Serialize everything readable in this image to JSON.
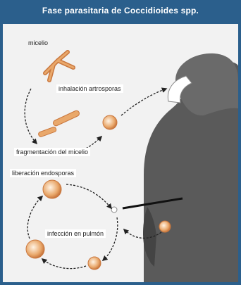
{
  "title": "Fase parasitaria de Coccidioides spp.",
  "labels": {
    "micelio": "micelio",
    "inhalacion": "inhalación artrosporas",
    "fragmentacion": "fragmentación del micelio",
    "liberacion": "liberación endosporas",
    "infeccion": "infección en pulmón"
  },
  "colors": {
    "frame": "#2b5f8c",
    "panel": "#f2f2f2",
    "silhouette": "#5a5a5a",
    "spore": "#e9a86b",
    "spore_dark": "#c9773e"
  }
}
